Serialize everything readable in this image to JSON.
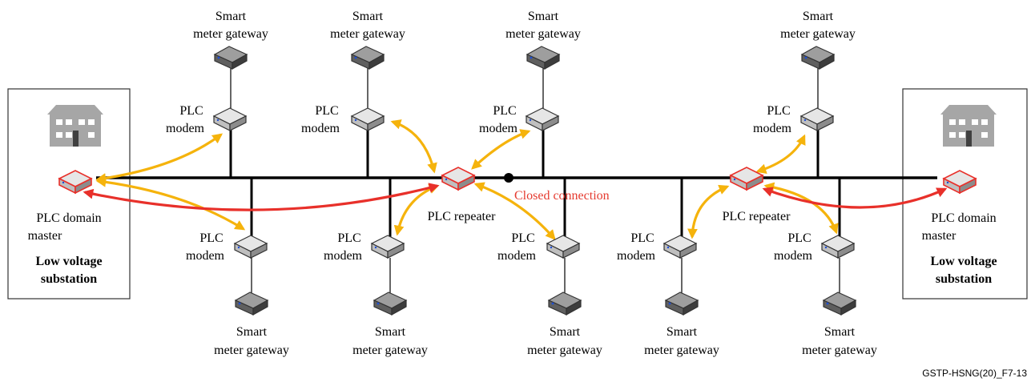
{
  "labels": {
    "smart": "Smart",
    "meter_gateway": "meter gateway",
    "plc": "PLC",
    "modem": "modem",
    "plc_domain": "PLC domain",
    "master": "master",
    "low_voltage": "Low voltage",
    "substation": "substation",
    "plc_repeater": "PLC repeater",
    "closed_connection": "Closed connection"
  },
  "figure_ref": "GSTP-HSNG(20)_F7-13",
  "colors": {
    "bus": "#000000",
    "arrow_orange": "#f5b30c",
    "arrow_red": "#e8302a",
    "closed_connection_text": "#e53a2f",
    "device_body": "#d9d9d9",
    "device_dark": "#6b6b6b",
    "house": "#a6a6a6"
  },
  "icons": [
    "house-icon",
    "plc-device-icon",
    "smart-meter-gateway-icon",
    "closed-connection-node"
  ]
}
